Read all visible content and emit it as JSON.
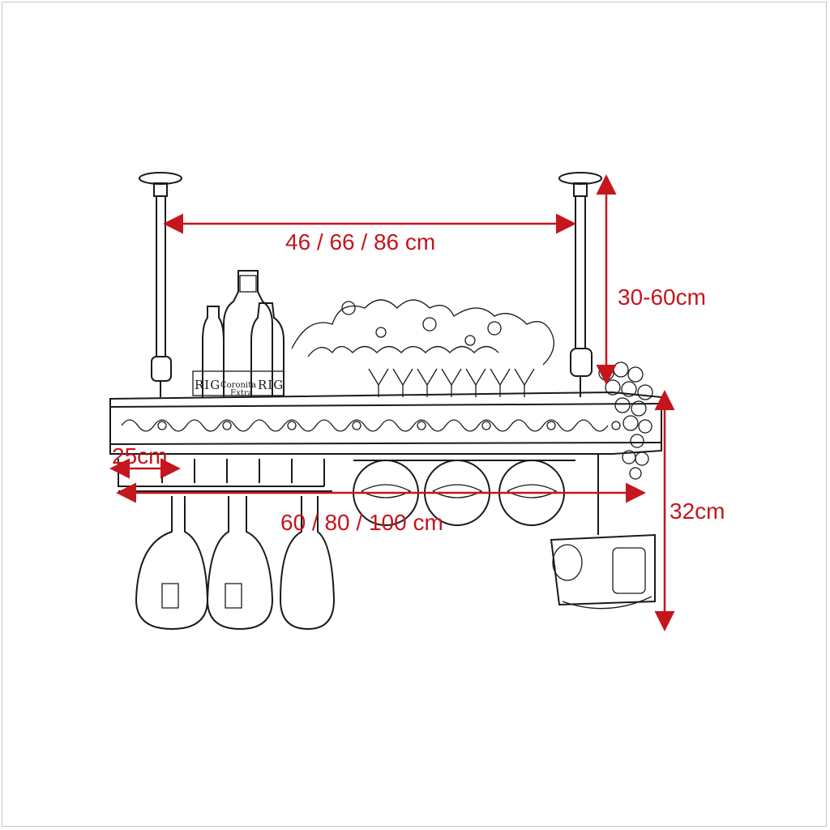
{
  "diagram": {
    "dimensions": {
      "top_width": "46 / 66 / 86 cm",
      "drop_height": "30-60cm",
      "depth": "25cm",
      "bottom_width": "60 / 80 / 100 cm",
      "rack_height": "32cm"
    },
    "bottle_labels": {
      "left": "RIG",
      "center": "Coronita",
      "center_sub": "Extra",
      "right": "RIG"
    },
    "colors": {
      "dimension": "#c4161c",
      "sketch": "#1a1a1a",
      "background": "#ffffff"
    }
  }
}
